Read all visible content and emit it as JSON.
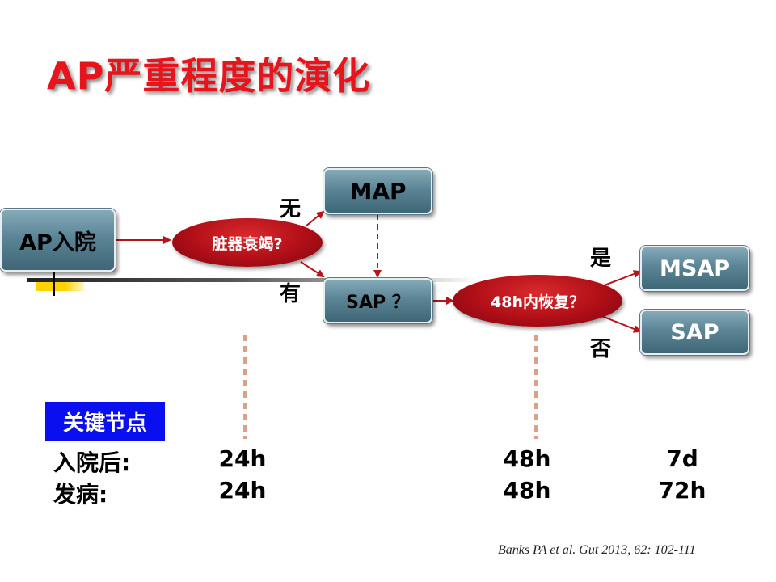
{
  "title": "AP严重程度的演化",
  "nodes": {
    "admission": "AP入院",
    "organ_failure": "脏器衰竭?",
    "map": "MAP",
    "sap_question": "SAP ？",
    "recovery": "48h内恢复？",
    "msap": "MSAP",
    "sap": "SAP"
  },
  "branch_labels": {
    "no": "无",
    "yes": "有",
    "is": "是",
    "not": "否"
  },
  "key_nodes": {
    "heading": "关键节点",
    "rows": [
      {
        "label": "入院后:",
        "values": [
          "24h",
          "48h",
          "7d"
        ]
      },
      {
        "label": "发病:",
        "values": [
          "24h",
          "48h",
          "72h"
        ]
      }
    ]
  },
  "citation": "Banks PA et al. Gut 2013, 62: 102-111",
  "colors": {
    "title": "#e8141b",
    "box": "#5b8596",
    "oval": "#b00e17",
    "arrow": "#b8121b",
    "badge": "#0a0ff0",
    "timeline_dash": "#d9a08c"
  }
}
